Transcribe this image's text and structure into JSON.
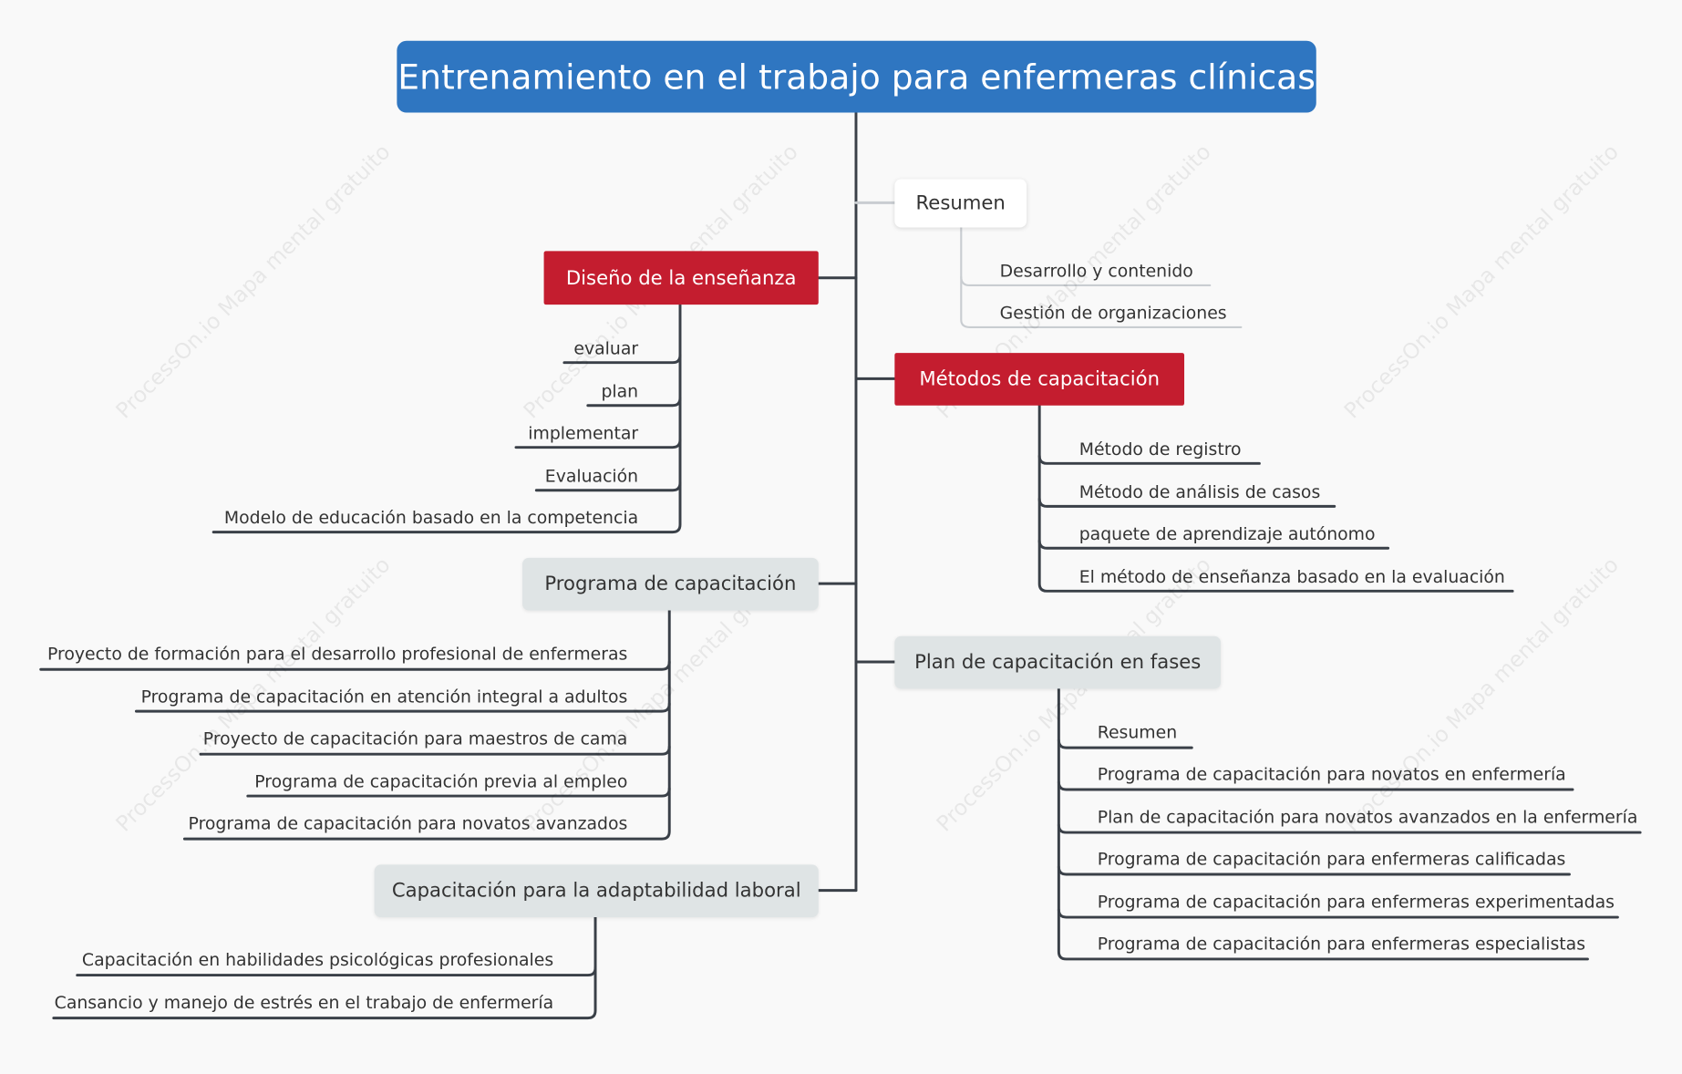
{
  "title": "Entrenamiento en el trabajo para enfermeras clínicas",
  "watermark": "ProcessOn.io Mapa mental gratuito",
  "colors": {
    "root": "#2f76c1",
    "red": "#c41d2f",
    "grey": "#dfe4e5",
    "line": "#3a4048"
  },
  "branches": {
    "resumen": {
      "label": "Resumen",
      "children": [
        "Desarrollo y contenido",
        "Gestión de organizaciones"
      ]
    },
    "diseno": {
      "label": "Diseño de la enseñanza",
      "children": [
        "evaluar",
        "plan",
        "implementar",
        "Evaluación",
        "Modelo de educación basado en la competencia"
      ]
    },
    "metodos": {
      "label": "Métodos de capacitación",
      "children": [
        "Método de registro",
        "Método de análisis de casos",
        "paquete de aprendizaje autónomo",
        "El método de enseñanza basado en la evaluación"
      ]
    },
    "programa": {
      "label": "Programa de capacitación",
      "children": [
        "Proyecto de formación para el desarrollo profesional de enfermeras",
        "Programa de capacitación en atención integral a adultos",
        "Proyecto de capacitación para maestros de cama",
        "Programa de capacitación previa al empleo",
        "Programa de capacitación para novatos avanzados"
      ]
    },
    "plan_fases": {
      "label": "Plan de capacitación en fases",
      "children": [
        "Resumen",
        "Programa de capacitación para novatos en enfermería",
        "Plan de capacitación para novatos avanzados en la enfermería",
        "Programa de capacitación para enfermeras calificadas",
        "Programa de capacitación para enfermeras experimentadas",
        "Programa de capacitación para enfermeras especialistas"
      ]
    },
    "adaptabilidad": {
      "label": "Capacitación para la adaptabilidad laboral",
      "children": [
        "Capacitación en habilidades psicológicas profesionales",
        "Cansancio y manejo de estrés en el trabajo de enfermería"
      ]
    }
  }
}
